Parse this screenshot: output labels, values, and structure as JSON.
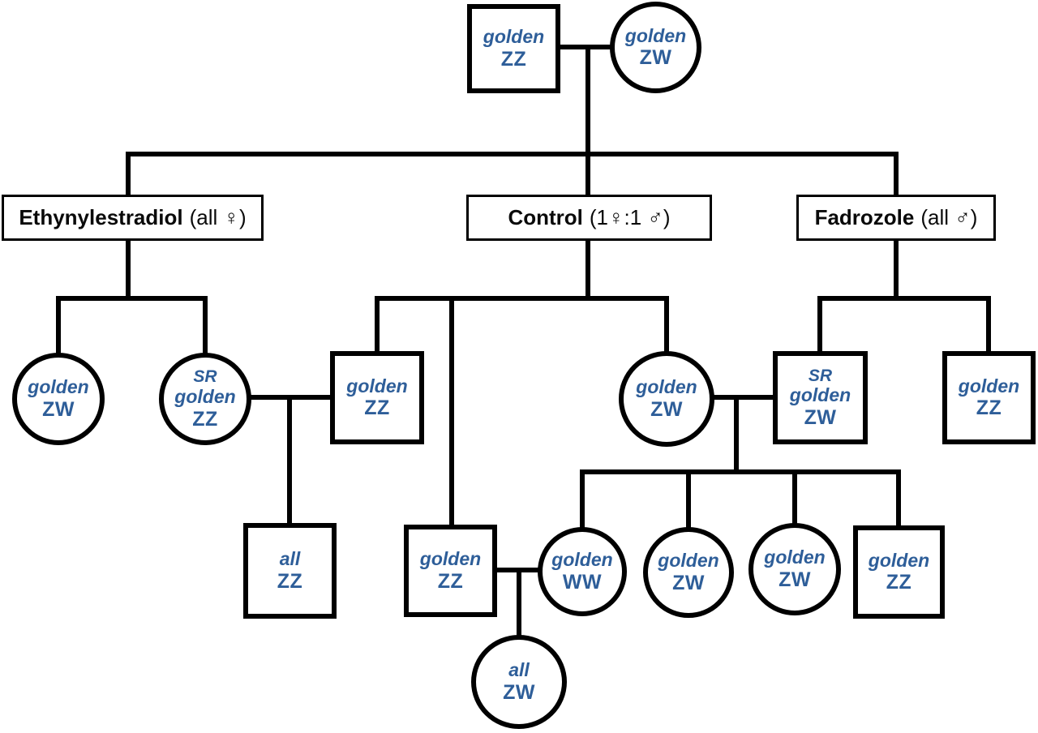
{
  "colors": {
    "background": "#FFFFFF",
    "line": "#000000",
    "node_text_blue": "#2E5E99",
    "label_text": "#0A0A0A"
  },
  "treatments": [
    {
      "name": "Ethynylestradiol",
      "detail": "(all ♀)"
    },
    {
      "name": "Control",
      "detail": "(1♀:1 ♂)"
    },
    {
      "name": "Fadrozole",
      "detail": "(all ♂)"
    }
  ],
  "nodes": {
    "p_male": {
      "shape": "square",
      "sex": "male",
      "lines": [
        "golden",
        "ZZ"
      ]
    },
    "p_female": {
      "shape": "circle",
      "sex": "female",
      "lines": [
        "golden",
        "ZW"
      ]
    },
    "ee2_f1_zw": {
      "shape": "circle",
      "sex": "female",
      "lines": [
        "golden",
        "ZW"
      ]
    },
    "ee2_f1_sr_zz": {
      "shape": "circle",
      "sex": "female",
      "lines": [
        "SR",
        "golden",
        "ZZ"
      ]
    },
    "ctrl_f1_zz_a": {
      "shape": "square",
      "sex": "male",
      "lines": [
        "golden",
        "ZZ"
      ]
    },
    "ctrl_f1_zz_b": {
      "shape": "square",
      "sex": "male",
      "lines": [
        "golden",
        "ZZ"
      ]
    },
    "ctrl_f1_zw": {
      "shape": "circle",
      "sex": "female",
      "lines": [
        "golden",
        "ZW"
      ]
    },
    "fad_f1_sr_zw": {
      "shape": "square",
      "sex": "male",
      "lines": [
        "SR",
        "golden",
        "ZW"
      ]
    },
    "fad_f1_zz": {
      "shape": "square",
      "sex": "male",
      "lines": [
        "golden",
        "ZZ"
      ]
    },
    "cross1_off_zz": {
      "shape": "square",
      "sex": "male",
      "lines": [
        "all",
        "ZZ"
      ]
    },
    "f2_ww": {
      "shape": "circle",
      "sex": "female",
      "lines": [
        "golden",
        "WW"
      ]
    },
    "f2_zw_a": {
      "shape": "circle",
      "sex": "female",
      "lines": [
        "golden",
        "ZW"
      ]
    },
    "f2_zw_b": {
      "shape": "circle",
      "sex": "female",
      "lines": [
        "golden",
        "ZW"
      ]
    },
    "f2_zz": {
      "shape": "square",
      "sex": "male",
      "lines": [
        "golden",
        "ZZ"
      ]
    },
    "f3_all_zw": {
      "shape": "circle",
      "sex": "female",
      "lines": [
        "all",
        "ZW"
      ]
    }
  },
  "crosses": [
    {
      "father": "golden ZZ (P)",
      "mother": "golden ZW (P)",
      "offspring_branches": [
        "Ethynylestradiol (all ♀)",
        "Control (1♀:1 ♂)",
        "Fadrozole (all ♂)"
      ]
    },
    {
      "mother": "SR golden ZZ (Ethynylestradiol F1)",
      "father": "golden ZZ (Control F1)",
      "offspring": [
        "all ZZ"
      ]
    },
    {
      "mother": "golden ZW (Control F1)",
      "father": "SR golden ZW (Fadrozole F1)",
      "offspring": [
        "golden WW",
        "golden ZW",
        "golden ZW",
        "golden ZZ"
      ]
    },
    {
      "father": "golden ZZ (Control F1)",
      "mother": "golden WW (F2)",
      "offspring": [
        "all ZW"
      ]
    }
  ]
}
